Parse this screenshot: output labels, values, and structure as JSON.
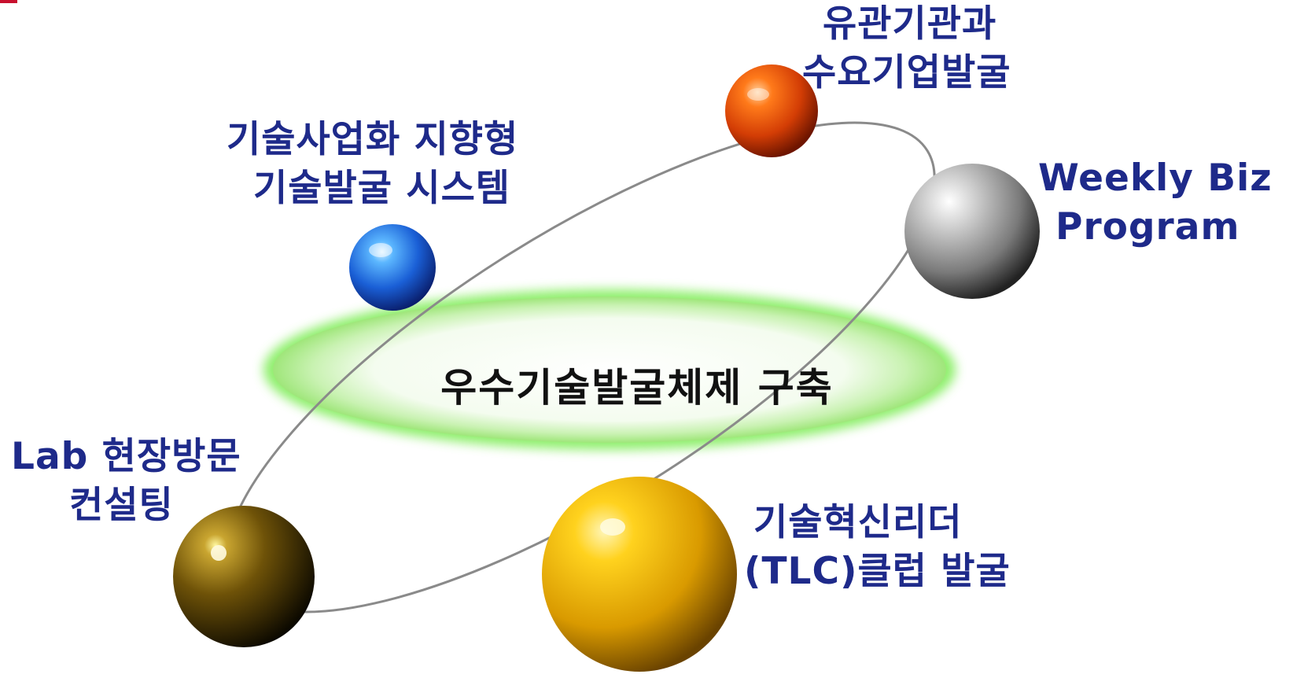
{
  "center": {
    "title": "우수기술발굴체제 구축"
  },
  "nodes": [
    {
      "id": "orange",
      "lines": [
        "유관기관과",
        "수요기업발굴"
      ]
    },
    {
      "id": "blue",
      "lines": [
        "기술사업화 지향형",
        "기술발굴 시스템"
      ]
    },
    {
      "id": "gray",
      "lines": [
        "Weekly Biz",
        "Program"
      ]
    },
    {
      "id": "brown",
      "lines": [
        "Lab 현장방문",
        "컨설팅"
      ]
    },
    {
      "id": "gold",
      "lines": [
        "기술혁신리더",
        "(TLC)클럽 발굴"
      ]
    }
  ],
  "colors": {
    "label_text": "#1e2a8a",
    "center_text": "#111111",
    "ellipse_glow": "#5fe03a",
    "orbit_line": "#8a8a8a"
  }
}
